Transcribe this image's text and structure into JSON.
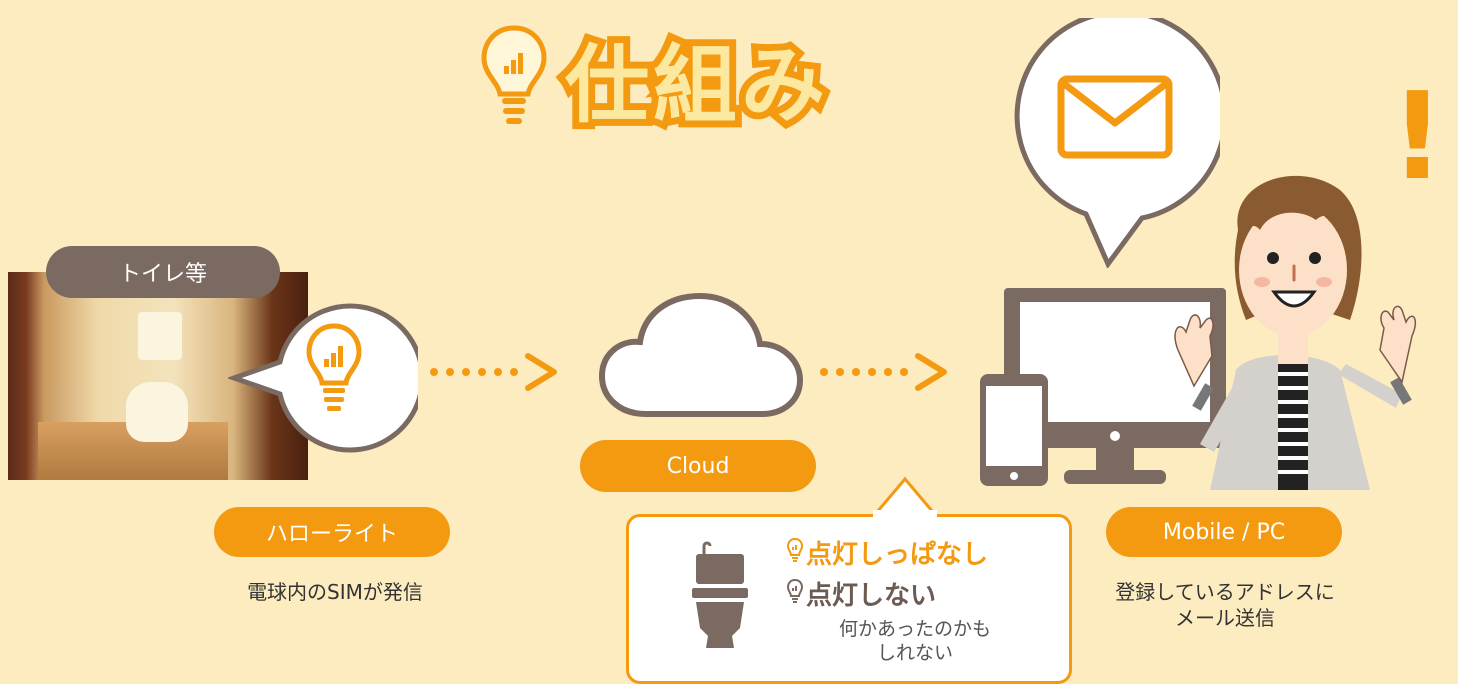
{
  "title": "仕組み",
  "location_tag": "トイレ等",
  "bulb_pill": "ハローライト",
  "bulb_caption": "電球内のSIMが発信",
  "cloud_pill": "Cloud",
  "device_pill": "Mobile / PC",
  "device_caption_line1": "登録しているアドレスに",
  "device_caption_line2": "メール送信",
  "alert_1": "点灯しっぱなし",
  "alert_2": "点灯しない",
  "note_line1": "何かあったのかも",
  "note_line2": "しれない",
  "exclamation": "!",
  "colors": {
    "accent": "#f39a11",
    "background": "#fcecc0",
    "dark": "#7a6a61"
  }
}
